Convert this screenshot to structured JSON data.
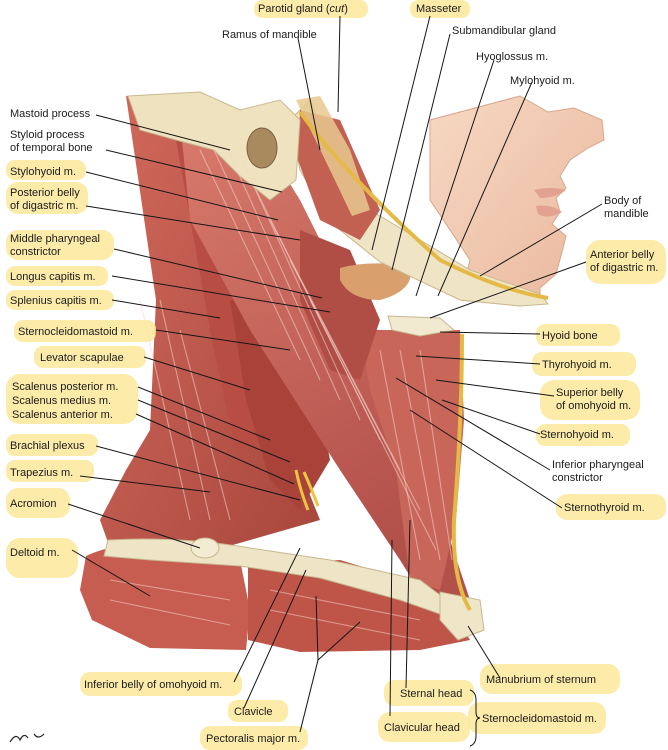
{
  "labels": {
    "parotid_gland_prefix": "Parotid gland (",
    "parotid_gland_cut": "cut",
    "parotid_gland_suffix": ")",
    "masseter": "Masseter",
    "ramus_of_mandible": "Ramus of mandible",
    "submandibular_gland": "Submandibular gland",
    "hyoglossus": "Hyoglossus m.",
    "mylohyoid": "Mylohyoid m.",
    "mastoid_process": "Mastoid process",
    "styloid_process_line1": "Styloid process",
    "styloid_process_line2": "of temporal bone",
    "stylohyoid": "Stylohyoid m.",
    "posterior_belly_line1": "Posterior belly",
    "posterior_belly_line2": "of digastric m.",
    "body_of_mandible_line1": "Body of",
    "body_of_mandible_line2": "mandible",
    "middle_pharyngeal_line1": "Middle pharyngeal",
    "middle_pharyngeal_line2": "constrictor",
    "anterior_belly_line1": "Anterior belly",
    "anterior_belly_line2": "of digastric m.",
    "longus_capitis": "Longus capitis m.",
    "splenius_capitis": "Splenius capitis m.",
    "sternocleidomastoid": "Sternocleidomastoid m.",
    "hyoid_bone": "Hyoid bone",
    "levator_scapulae": "Levator scapulae",
    "thyrohyoid": "Thyrohyoid m.",
    "scalenus_posterior": "Scalenus posterior m.",
    "scalenus_medius": "Scalenus medius m.",
    "scalenus_anterior": "Scalenus anterior m.",
    "superior_belly_line1": "Superior belly",
    "superior_belly_line2": "of omohyoid m.",
    "sternohyoid": "Sternohyoid m.",
    "brachial_plexus": "Brachial plexus",
    "inferior_pharyngeal_line1": "Inferior pharyngeal",
    "inferior_pharyngeal_line2": "constrictor",
    "trapezius": "Trapezius m.",
    "acromion": "Acromion",
    "sternothyroid": "Sternothyroid m.",
    "deltoid": "Deltoid m.",
    "manubrium": "Manubrium of sternum",
    "inferior_belly_omohyoid": "Inferior belly of omohyoid m.",
    "clavicle": "Clavicle",
    "sternal_head": "Sternal head",
    "clavicular_head": "Clavicular head",
    "scm_heads": "Sternocleidomastoid m.",
    "pectoralis_major": "Pectoralis major m."
  },
  "colors": {
    "highlight": "#fbe79a",
    "muscle": "#c0584d",
    "muscle_dark": "#8e3a33",
    "bone": "#f1e9d0",
    "skin": "#f4cdb5",
    "nerve": "#ecc441"
  }
}
